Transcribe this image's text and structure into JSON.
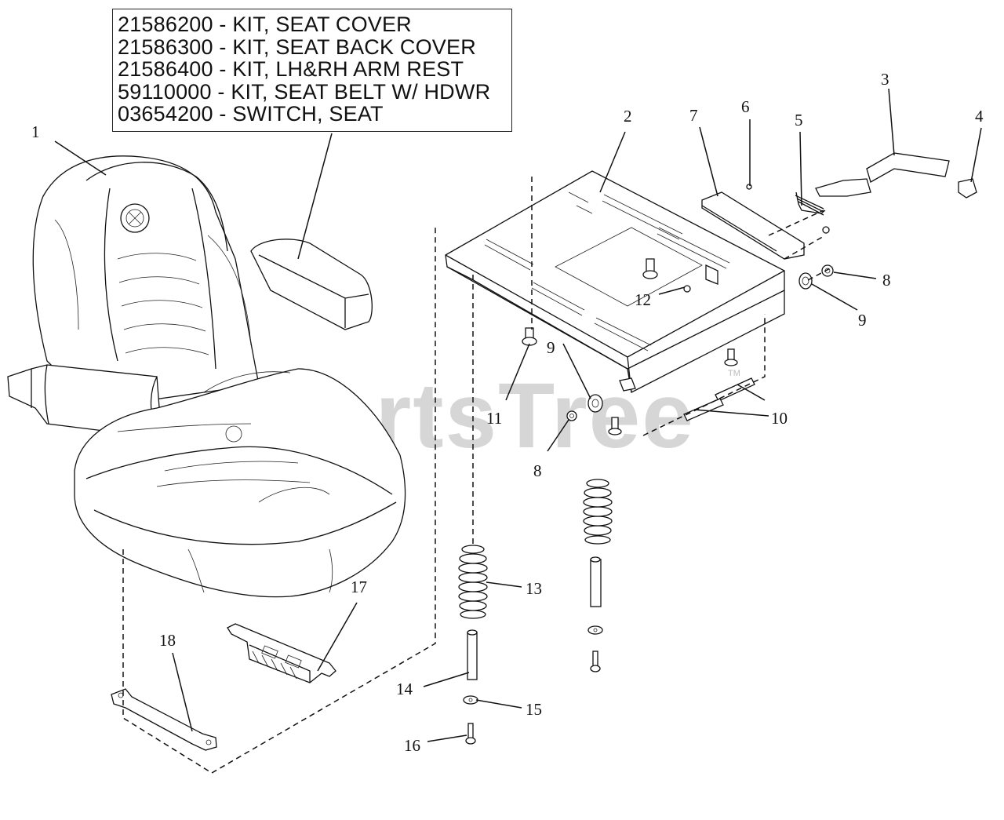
{
  "kit_list": [
    "21586200 - KIT, SEAT COVER",
    "21586300 - KIT, SEAT BACK COVER",
    "21586400 - KIT, LH&RH ARM REST",
    "59110000 - KIT, SEAT BELT W/ HDWR",
    "03654200 - SWITCH, SEAT"
  ],
  "watermark": {
    "text": "PartsTree",
    "trademark": "TM"
  },
  "callouts": {
    "c1": "1",
    "c2": "2",
    "c3": "3",
    "c4": "4",
    "c5": "5",
    "c6": "6",
    "c7": "7",
    "c8a": "8",
    "c8b": "8",
    "c9a": "9",
    "c9b": "9",
    "c10": "10",
    "c11": "11",
    "c12": "12",
    "c13": "13",
    "c14": "14",
    "c15": "15",
    "c16": "16",
    "c17": "17",
    "c18": "18"
  }
}
